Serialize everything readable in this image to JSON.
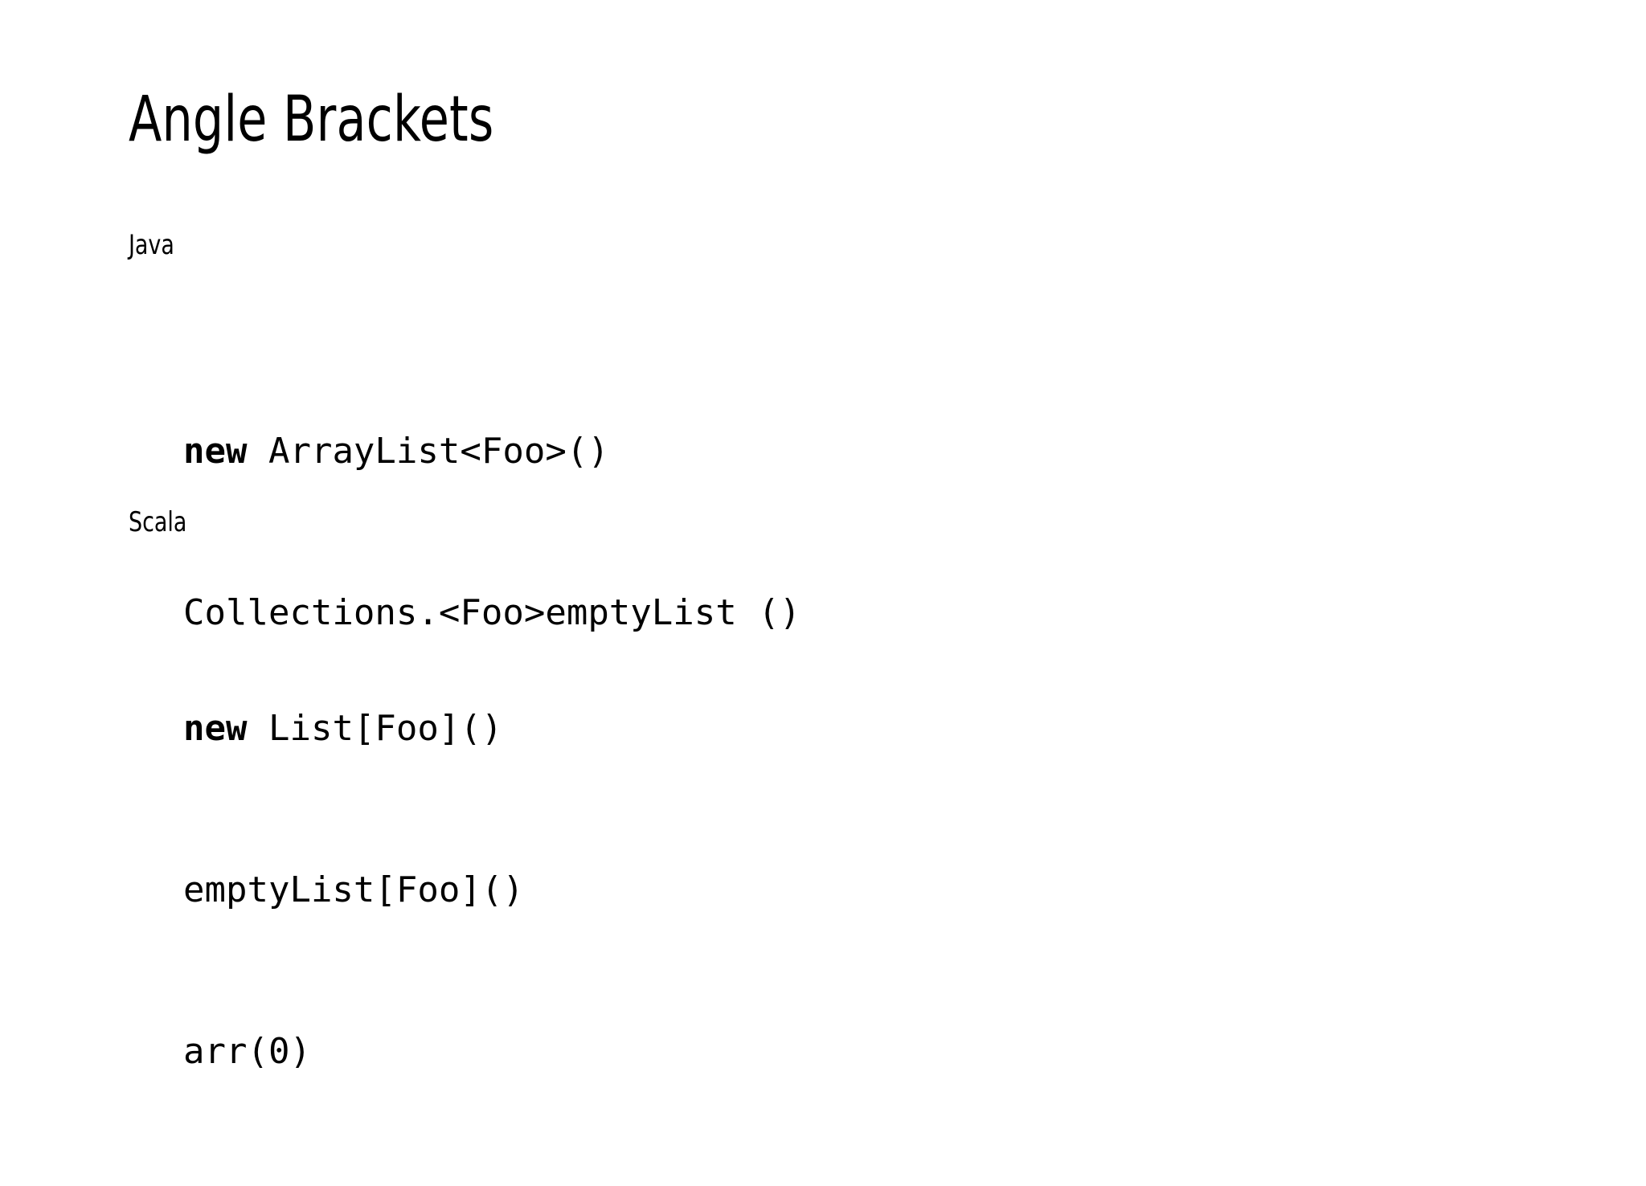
{
  "slide": {
    "title": "Angle Brackets",
    "background_color": "#ffffff",
    "text_color": "#000000",
    "sections": [
      {
        "label": "Java",
        "code": [
          {
            "keyword": "new",
            "rest": " ArrayList<Foo>()"
          },
          {
            "keyword": "",
            "rest": "Collections.<Foo>emptyList ()"
          }
        ]
      },
      {
        "label": "Scala",
        "code": [
          {
            "keyword": "new",
            "rest": " List[Foo]()"
          },
          {
            "keyword": "",
            "rest": "emptyList[Foo]()"
          },
          {
            "keyword": "",
            "rest": "arr(0)"
          }
        ]
      }
    ]
  }
}
